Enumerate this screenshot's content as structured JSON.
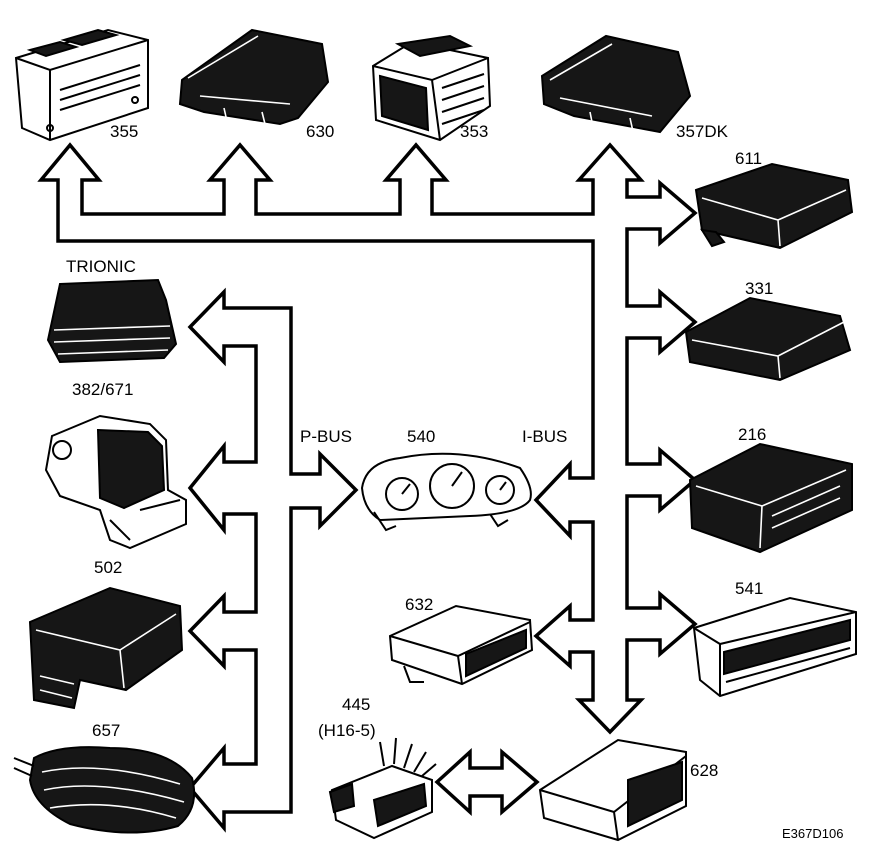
{
  "bus_labels": {
    "p_bus": "P-BUS",
    "i_bus": "I-BUS"
  },
  "modules": [
    {
      "id": "355",
      "label": "355"
    },
    {
      "id": "630",
      "label": "630"
    },
    {
      "id": "353",
      "label": "353"
    },
    {
      "id": "357dk",
      "label": "357DK"
    },
    {
      "id": "611",
      "label": "611"
    },
    {
      "id": "331",
      "label": "331"
    },
    {
      "id": "216",
      "label": "216"
    },
    {
      "id": "541",
      "label": "541"
    },
    {
      "id": "628",
      "label": "628"
    },
    {
      "id": "632",
      "label": "632"
    },
    {
      "id": "540",
      "label": "540"
    },
    {
      "id": "445",
      "label": "445",
      "sub_label": "(H16-5)"
    },
    {
      "id": "trionic",
      "label": "TRIONIC"
    },
    {
      "id": "382-671",
      "label": "382/671"
    },
    {
      "id": "502",
      "label": "502"
    },
    {
      "id": "657",
      "label": "657"
    }
  ],
  "figure_code": "E367D106"
}
